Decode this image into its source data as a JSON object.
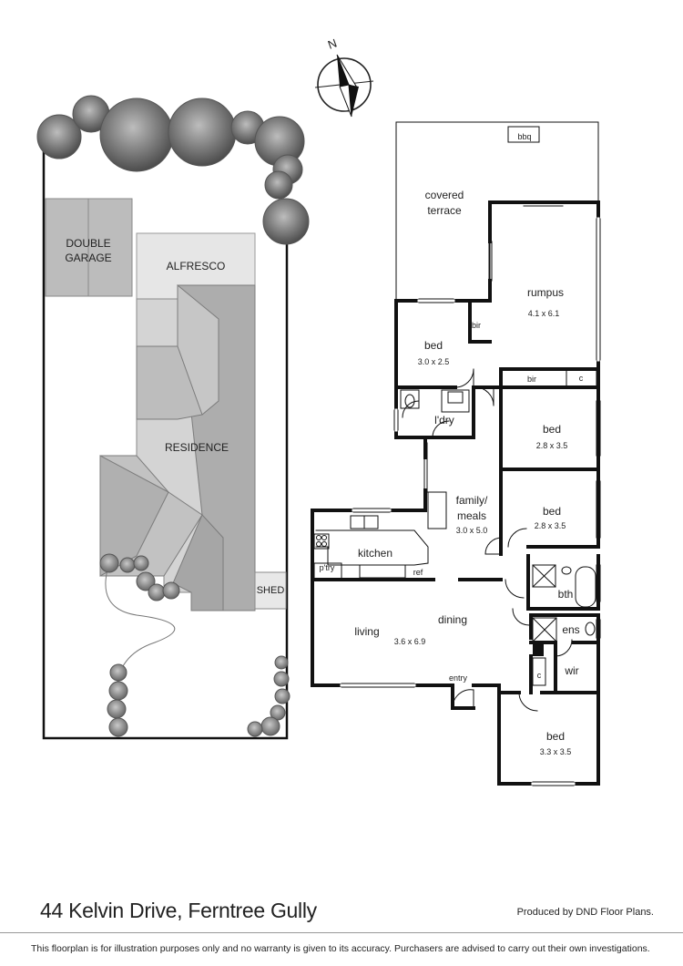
{
  "compass": {
    "north_label": "N"
  },
  "site_plan": {
    "double_garage": [
      "DOUBLE",
      "GARAGE"
    ],
    "alfresco": "ALFRESCO",
    "residence": "RESIDENCE",
    "shed": "SHED"
  },
  "floor_plan": {
    "bbq": "bbq",
    "covered_terrace": [
      "covered",
      "terrace"
    ],
    "rumpus": {
      "name": "rumpus",
      "size": "4.1 x 6.1"
    },
    "bed1": {
      "name": "bed",
      "size": "3.0 x 2.5"
    },
    "bir1": "bir",
    "bir2": "bir",
    "cupboard1": "c",
    "laundry": "l'dry",
    "bed2": {
      "name": "bed",
      "size": "2.8 x 3.5"
    },
    "family": {
      "name": [
        "family/",
        "meals"
      ],
      "size": "3.0 x 5.0"
    },
    "bed3": {
      "name": "bed",
      "size": "2.8 x 3.5"
    },
    "kitchen": "kitchen",
    "pantry": "p'try",
    "fridge": "ref",
    "bathroom": "bth",
    "dining": "dining",
    "ensuite": "ens",
    "living": {
      "name": "living",
      "size": "3.6 x 6.9"
    },
    "wir": "wir",
    "cupboard2": "c",
    "entry": "entry",
    "bed4": {
      "name": "bed",
      "size": "3.3 x 3.5"
    }
  },
  "footer": {
    "address": "44 Kelvin Drive, Ferntree Gully",
    "producer": "Produced by DND Floor Plans.",
    "disclaimer": "This floorplan is for illustration purposes only and no warranty is given to its accuracy. Purchasers are advised to carry out their own investigations."
  }
}
